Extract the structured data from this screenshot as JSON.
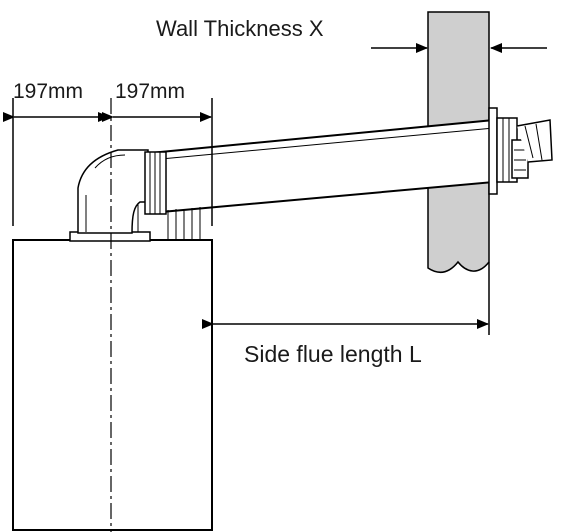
{
  "labels": {
    "wall_thickness": "Wall Thickness X",
    "left_dimension": "197mm",
    "right_dimension": "197mm",
    "side_flue_length": "Side flue length L"
  }
}
